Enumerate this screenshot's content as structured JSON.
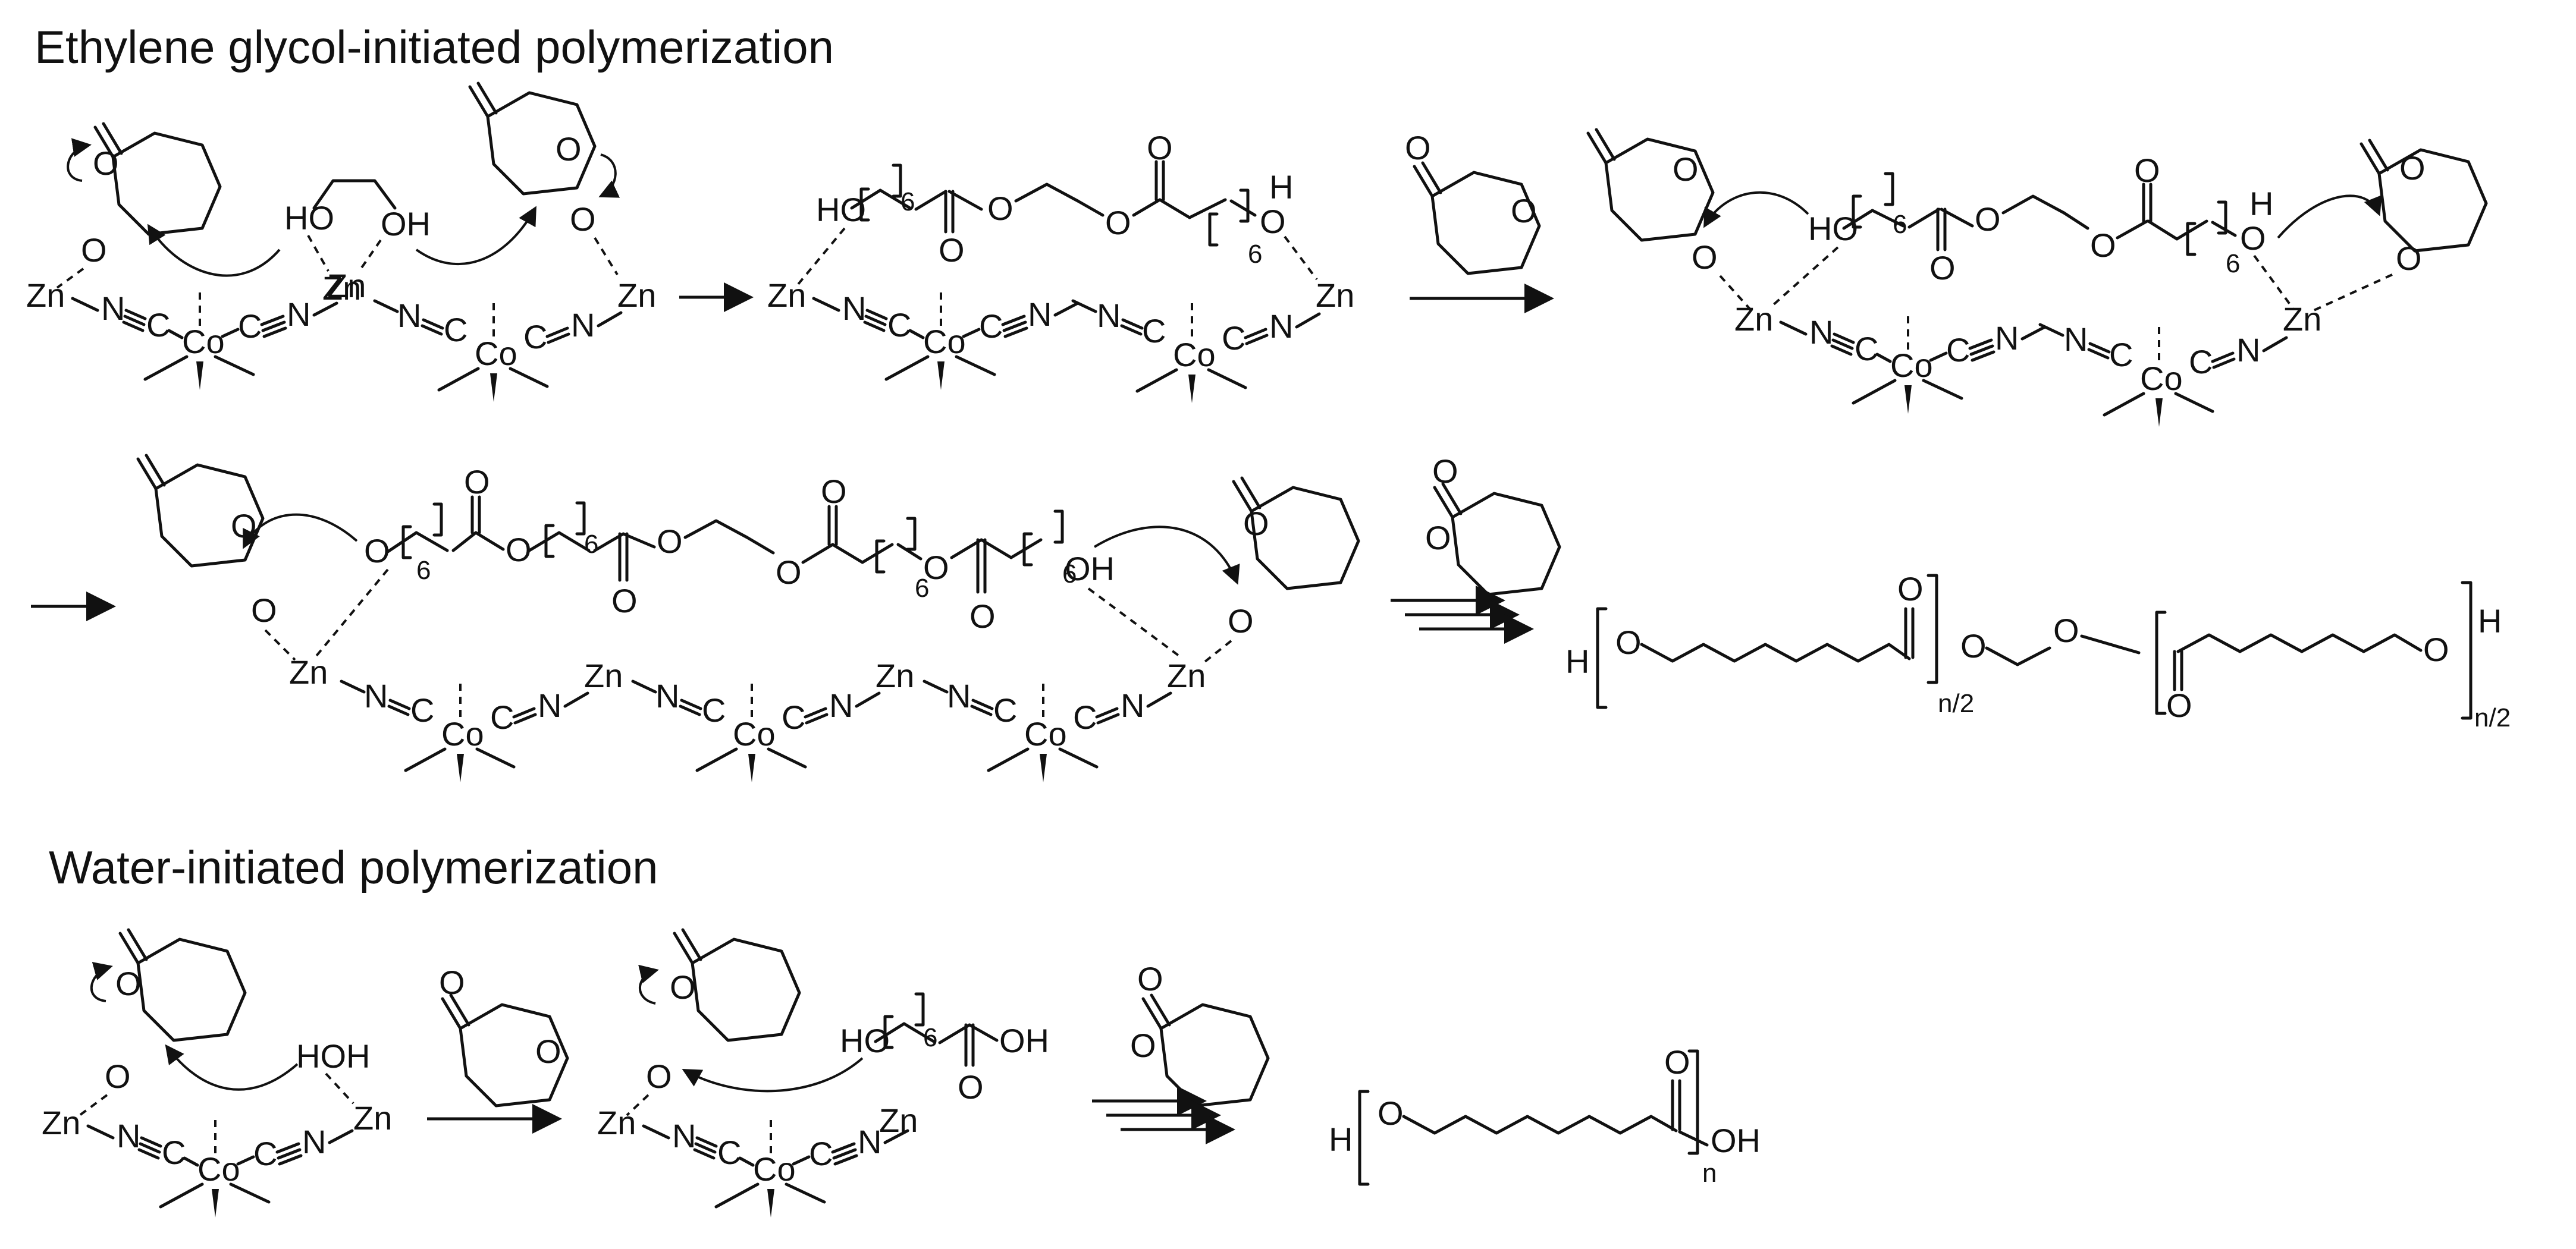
{
  "sections": [
    {
      "title": "Ethylene glycol-initiated polymerization"
    },
    {
      "title": "Water-initiated polymerization"
    }
  ],
  "atoms": {
    "zn": "Zn",
    "co": "Co",
    "n_left": "N",
    "c_left": "C",
    "c_right": "C",
    "n_right": "N",
    "o": "O",
    "ho": "HO",
    "oh": "OH",
    "h": "H",
    "hoh": "HOH"
  },
  "subscripts": {
    "six": "6",
    "n_half": "n/2",
    "n": "n"
  },
  "colors": {
    "ink": "#111111",
    "background": "#ffffff"
  },
  "icons": {
    "reaction_arrow": "right-arrow-icon",
    "multistep_arrow": "triple-arrow-icon",
    "electron_push": "curved-arrow-icon"
  }
}
